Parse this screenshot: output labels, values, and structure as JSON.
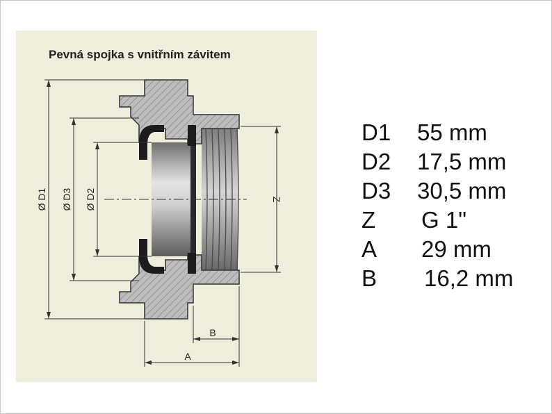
{
  "diagram": {
    "title": "Pevná spojka s vnitřním závitem",
    "labels": {
      "d1": "Ø D1",
      "d3": "Ø D3",
      "d2": "Ø D2",
      "z": "Z",
      "a": "A",
      "b": "B"
    },
    "colors": {
      "panel": "#efeedd",
      "metal": "#b9b9b9",
      "seal": "#1c1c1c",
      "lines": "#333333"
    }
  },
  "specs": [
    {
      "key": "D1",
      "value": "55 mm"
    },
    {
      "key": "D2",
      "value": "17,5 mm"
    },
    {
      "key": "D3",
      "value": "30,5 mm"
    },
    {
      "key": "Z",
      "value": "G 1\""
    },
    {
      "key": "A",
      "value": "29 mm"
    },
    {
      "key": "B",
      "value": "16,2 mm"
    }
  ]
}
